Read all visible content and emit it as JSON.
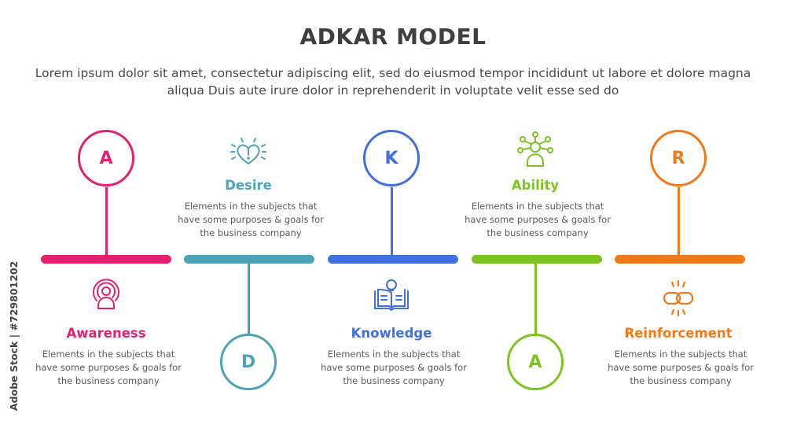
{
  "header": {
    "title": "ADKAR MODEL",
    "subtitle": "Lorem ipsum dolor sit amet, consectetur adipiscing elit, sed do eiusmod tempor incididunt ut labore et dolore magna aliqua Duis aute irure dolor in reprehenderit in voluptate velit esse sed do"
  },
  "steps": [
    {
      "letter": "A",
      "label": "Awareness",
      "description": "Elements in the subjects that have  some purposes & goals for the  business company",
      "color": "#e5206f",
      "icon": "person-broadcast-icon"
    },
    {
      "letter": "D",
      "label": "Desire",
      "description": "Elements in the subjects that have  some purposes & goals for the  business company",
      "color": "#4aa3b8",
      "icon": "heart-alert-icon"
    },
    {
      "letter": "K",
      "label": "Knowledge",
      "description": "Elements in the subjects that have  some purposes & goals for the  business company",
      "color": "#3f6fe0",
      "icon": "book-lightbulb-icon"
    },
    {
      "letter": "A",
      "label": "Ability",
      "description": "Elements in the subjects that have  some purposes & goals for the  business company",
      "color": "#7cc520",
      "icon": "person-network-icon"
    },
    {
      "letter": "R",
      "label": "Reinforcement",
      "description": "Elements in the subjects that have  some purposes & goals for the  business company",
      "color": "#f07a1a",
      "icon": "chain-link-icon"
    }
  ],
  "watermark": "Adobe Stock | #729801202"
}
